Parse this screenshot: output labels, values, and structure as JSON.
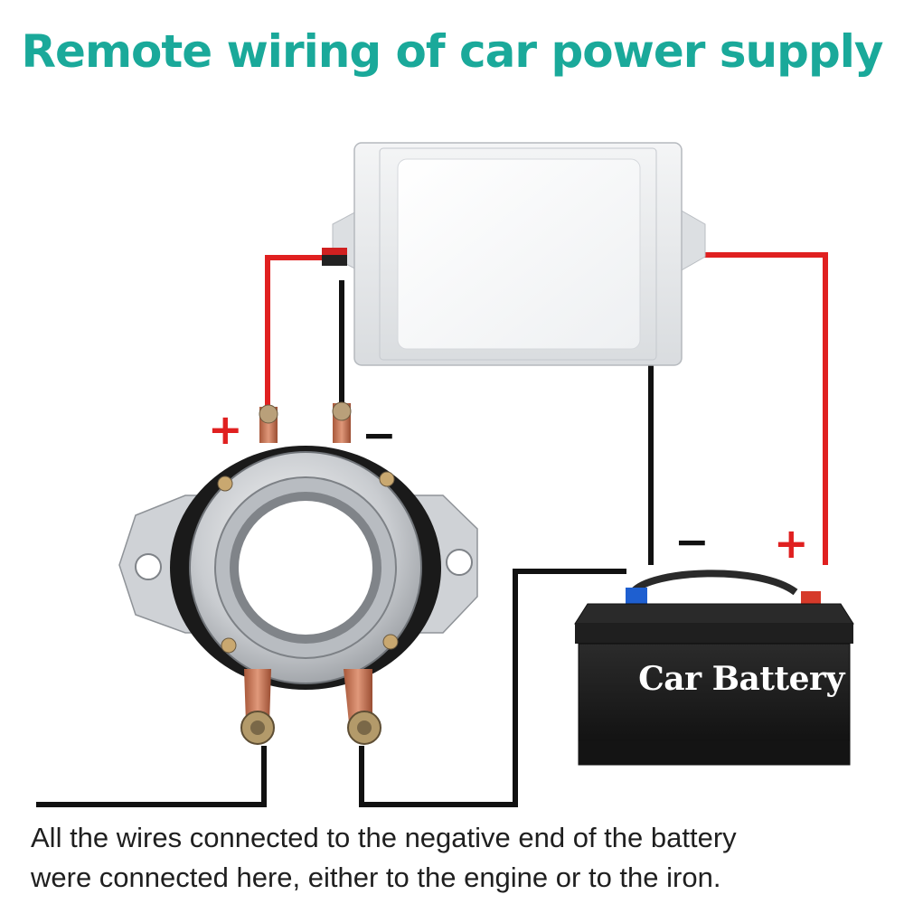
{
  "title": "Remote wiring of car power supply",
  "battery_label": "Car Battery",
  "caption": {
    "line1": "All the wires connected to the negative end of the battery",
    "line2": "were connected here, either to the engine or to the iron."
  },
  "symbols": {
    "plus": "+",
    "minus": "−"
  },
  "colors": {
    "title": "#1aa99a",
    "positive_wire": "#e02020",
    "negative_wire": "#111111",
    "module_body": "#e8eaec",
    "battery_body": "#1c1c1c"
  }
}
